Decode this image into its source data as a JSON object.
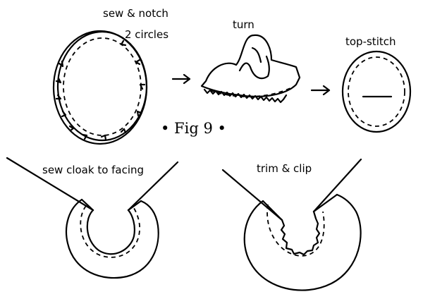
{
  "labels": {
    "sew_notch": "sew & notch",
    "two_circles": "2 circles",
    "turn": "turn",
    "top_stitch": "top-stitch",
    "figure": "• Fig 9 •",
    "sew_cloak": "sew cloak to facing",
    "trim_clip": "trim & clip"
  }
}
